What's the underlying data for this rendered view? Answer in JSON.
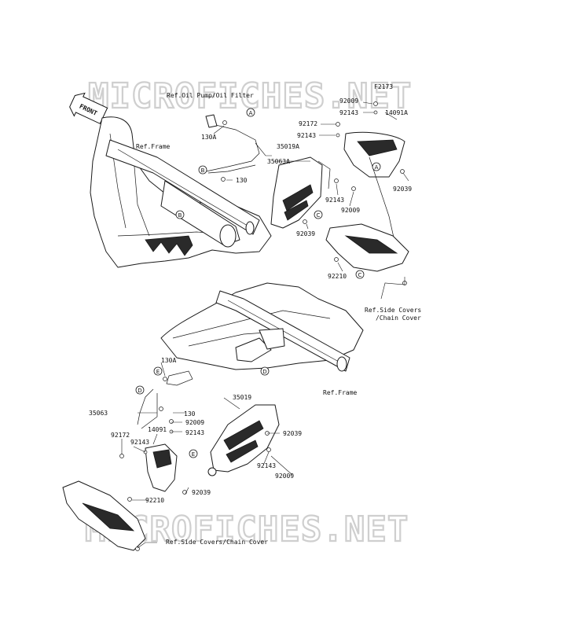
{
  "diagram_id": "F2173",
  "watermark": "MICROFICHES.NET",
  "front_label": "FRONT",
  "refs": {
    "oil_pump": "Ref.Oil Pump/Oil Filter",
    "frame_top": "Ref.Frame",
    "frame_bottom": "Ref.Frame",
    "side_covers_top_1": "Ref.Side Covers",
    "side_covers_top_2": "/Chain Cover",
    "side_covers_bottom": "Ref.Side Covers/Chain Cover"
  },
  "parts_top": {
    "p92009_a": "92009",
    "p92143_a": "92143",
    "p14091A": "14091A",
    "p92172": "92172",
    "p92143_b": "92143",
    "p130A": "130A",
    "p35019A": "35019A",
    "p35063A": "35063A",
    "p130": "130",
    "p92039_a": "92039",
    "p92143_c": "92143",
    "p92009_b": "92009",
    "p92039_b": "92039",
    "p92210": "92210"
  },
  "parts_bottom": {
    "p130A": "130A",
    "p35019": "35019",
    "p35063": "35063",
    "p130": "130",
    "p92009_a": "92009",
    "p14091": "14091",
    "p92143_a": "92143",
    "p92039_a": "92039",
    "p92172": "92172",
    "p92143_b": "92143",
    "p92143_c": "92143",
    "p92009_b": "92009",
    "p92039_b": "92039",
    "p92210": "92210"
  },
  "callouts": {
    "A1": "A",
    "A2": "A",
    "B1": "B",
    "B2": "B",
    "C1": "C",
    "C2": "C",
    "D1": "D",
    "D2": "D",
    "E1": "E",
    "E2": "E"
  }
}
